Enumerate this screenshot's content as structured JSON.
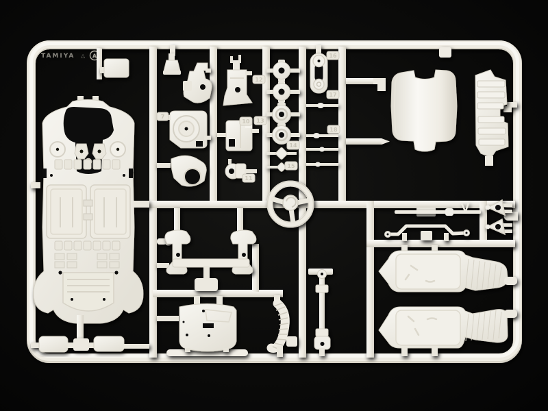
{
  "scene": {
    "type": "photograph",
    "subject": "white injection-molded plastic model kit sprue (parts tree) on black background",
    "colors": {
      "background": "#0a0a09",
      "plastic": "#efece4",
      "plastic_highlight": "#f8f7f3",
      "plastic_shadow": "#d7d3c7",
      "hole_dark": "#0e0e0d"
    }
  },
  "frame": {
    "marking_brand": "TAMIYA",
    "marking_symbol": "△",
    "sprue_letter": "A"
  },
  "tags": [
    {
      "label": "7"
    },
    {
      "label": "10"
    },
    {
      "label": "13"
    },
    {
      "label": "12"
    },
    {
      "label": "14"
    },
    {
      "label": "15"
    },
    {
      "label": "16"
    },
    {
      "label": "17"
    },
    {
      "label": "18"
    },
    {
      "label": "11"
    }
  ],
  "parts": [
    "sprue-frame",
    "chassis-floor-pan",
    "mounting-plate",
    "small-bracket",
    "engine-mount-left",
    "engine-mount-right",
    "blower-housing",
    "gearbox-block",
    "water-pump",
    "headlamp-bucket",
    "pulley-grommets",
    "belt-with-pulleys",
    "connecting-rods",
    "roof-panel",
    "ribbed-bulkhead-panel",
    "steering-wheel",
    "front-subframe",
    "dashboard-bulkhead",
    "ribbed-hose",
    "lever-shaft",
    "wiper-rod",
    "stabilizer-bar",
    "wishbones",
    "floor-pan-right",
    "floor-pan-left",
    "base-plates"
  ]
}
